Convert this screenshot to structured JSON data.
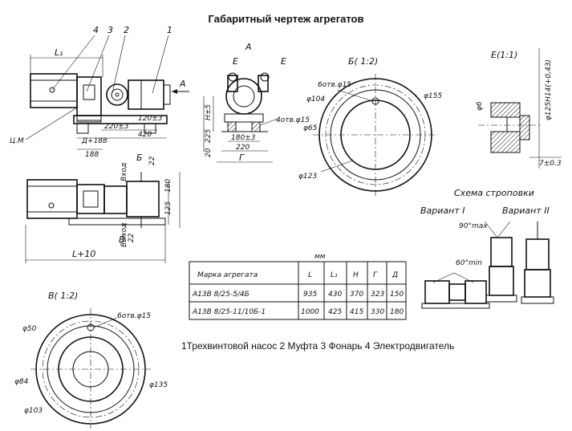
{
  "title": "Габаритный чертеж агрегатов",
  "legend": "1Трехвинтовой насос 2 Муфта 3 Фонарь 4 Электродвигатель",
  "front_view": {
    "callouts": [
      "4",
      "3",
      "2",
      "1"
    ],
    "dims": {
      "L1": "L₁",
      "d220_3": "220±3",
      "d420": "420",
      "d120_3": "120±3",
      "D_188": "Д+188",
      "d188": "188",
      "center_mark": "Ц.М"
    },
    "section_arrow": "А"
  },
  "top_view": {
    "dims": {
      "L10": "L+10",
      "d125": "125",
      "d180": "180",
      "d22a": "22",
      "d22b": "22"
    },
    "labels": {
      "inlet": "Вход",
      "outlet": "Выход",
      "B_mark": "Б",
      "V_mark": "В"
    }
  },
  "view_A": {
    "label": "А",
    "E_left": "Е",
    "E_right": "Е",
    "dims": {
      "H15": "H±5",
      "d225": "225",
      "d20": "20",
      "holes": "4отв.φ15",
      "d180_3": "180±3",
      "d220": "220",
      "G": "Г"
    }
  },
  "view_B": {
    "label": "Б( 1:2)",
    "dims": {
      "holes": "6отв.φ15",
      "d104": "φ104",
      "d155": "φ155",
      "d65": "φ65",
      "d123": "φ123"
    }
  },
  "view_E": {
    "label": "Е(1:1)",
    "dims": {
      "d6": "φ6",
      "d125": "φ125H14(+0,43)",
      "d7": "7±0.3"
    }
  },
  "sling": {
    "title": "Схема строповки",
    "variant1": "Вариант I",
    "variant2": "Вариант II",
    "angle1": "90°max",
    "angle2": "60°min"
  },
  "view_V": {
    "label": "В( 1:2)",
    "dims": {
      "holes": "6отв.φ15",
      "d50": "φ50",
      "d84": "φ84",
      "d135": "φ135",
      "d103": "φ103"
    }
  },
  "table": {
    "unit": "мм",
    "headers": [
      "Марка агрегата",
      "L",
      "L₁",
      "Н",
      "Г",
      "Д"
    ],
    "rows": [
      [
        "А13В 8/25-5/4Б",
        "935",
        "430",
        "370",
        "323",
        "150"
      ],
      [
        "А13В 8/25-11/10Б-1",
        "1000",
        "425",
        "415",
        "330",
        "180"
      ]
    ]
  }
}
